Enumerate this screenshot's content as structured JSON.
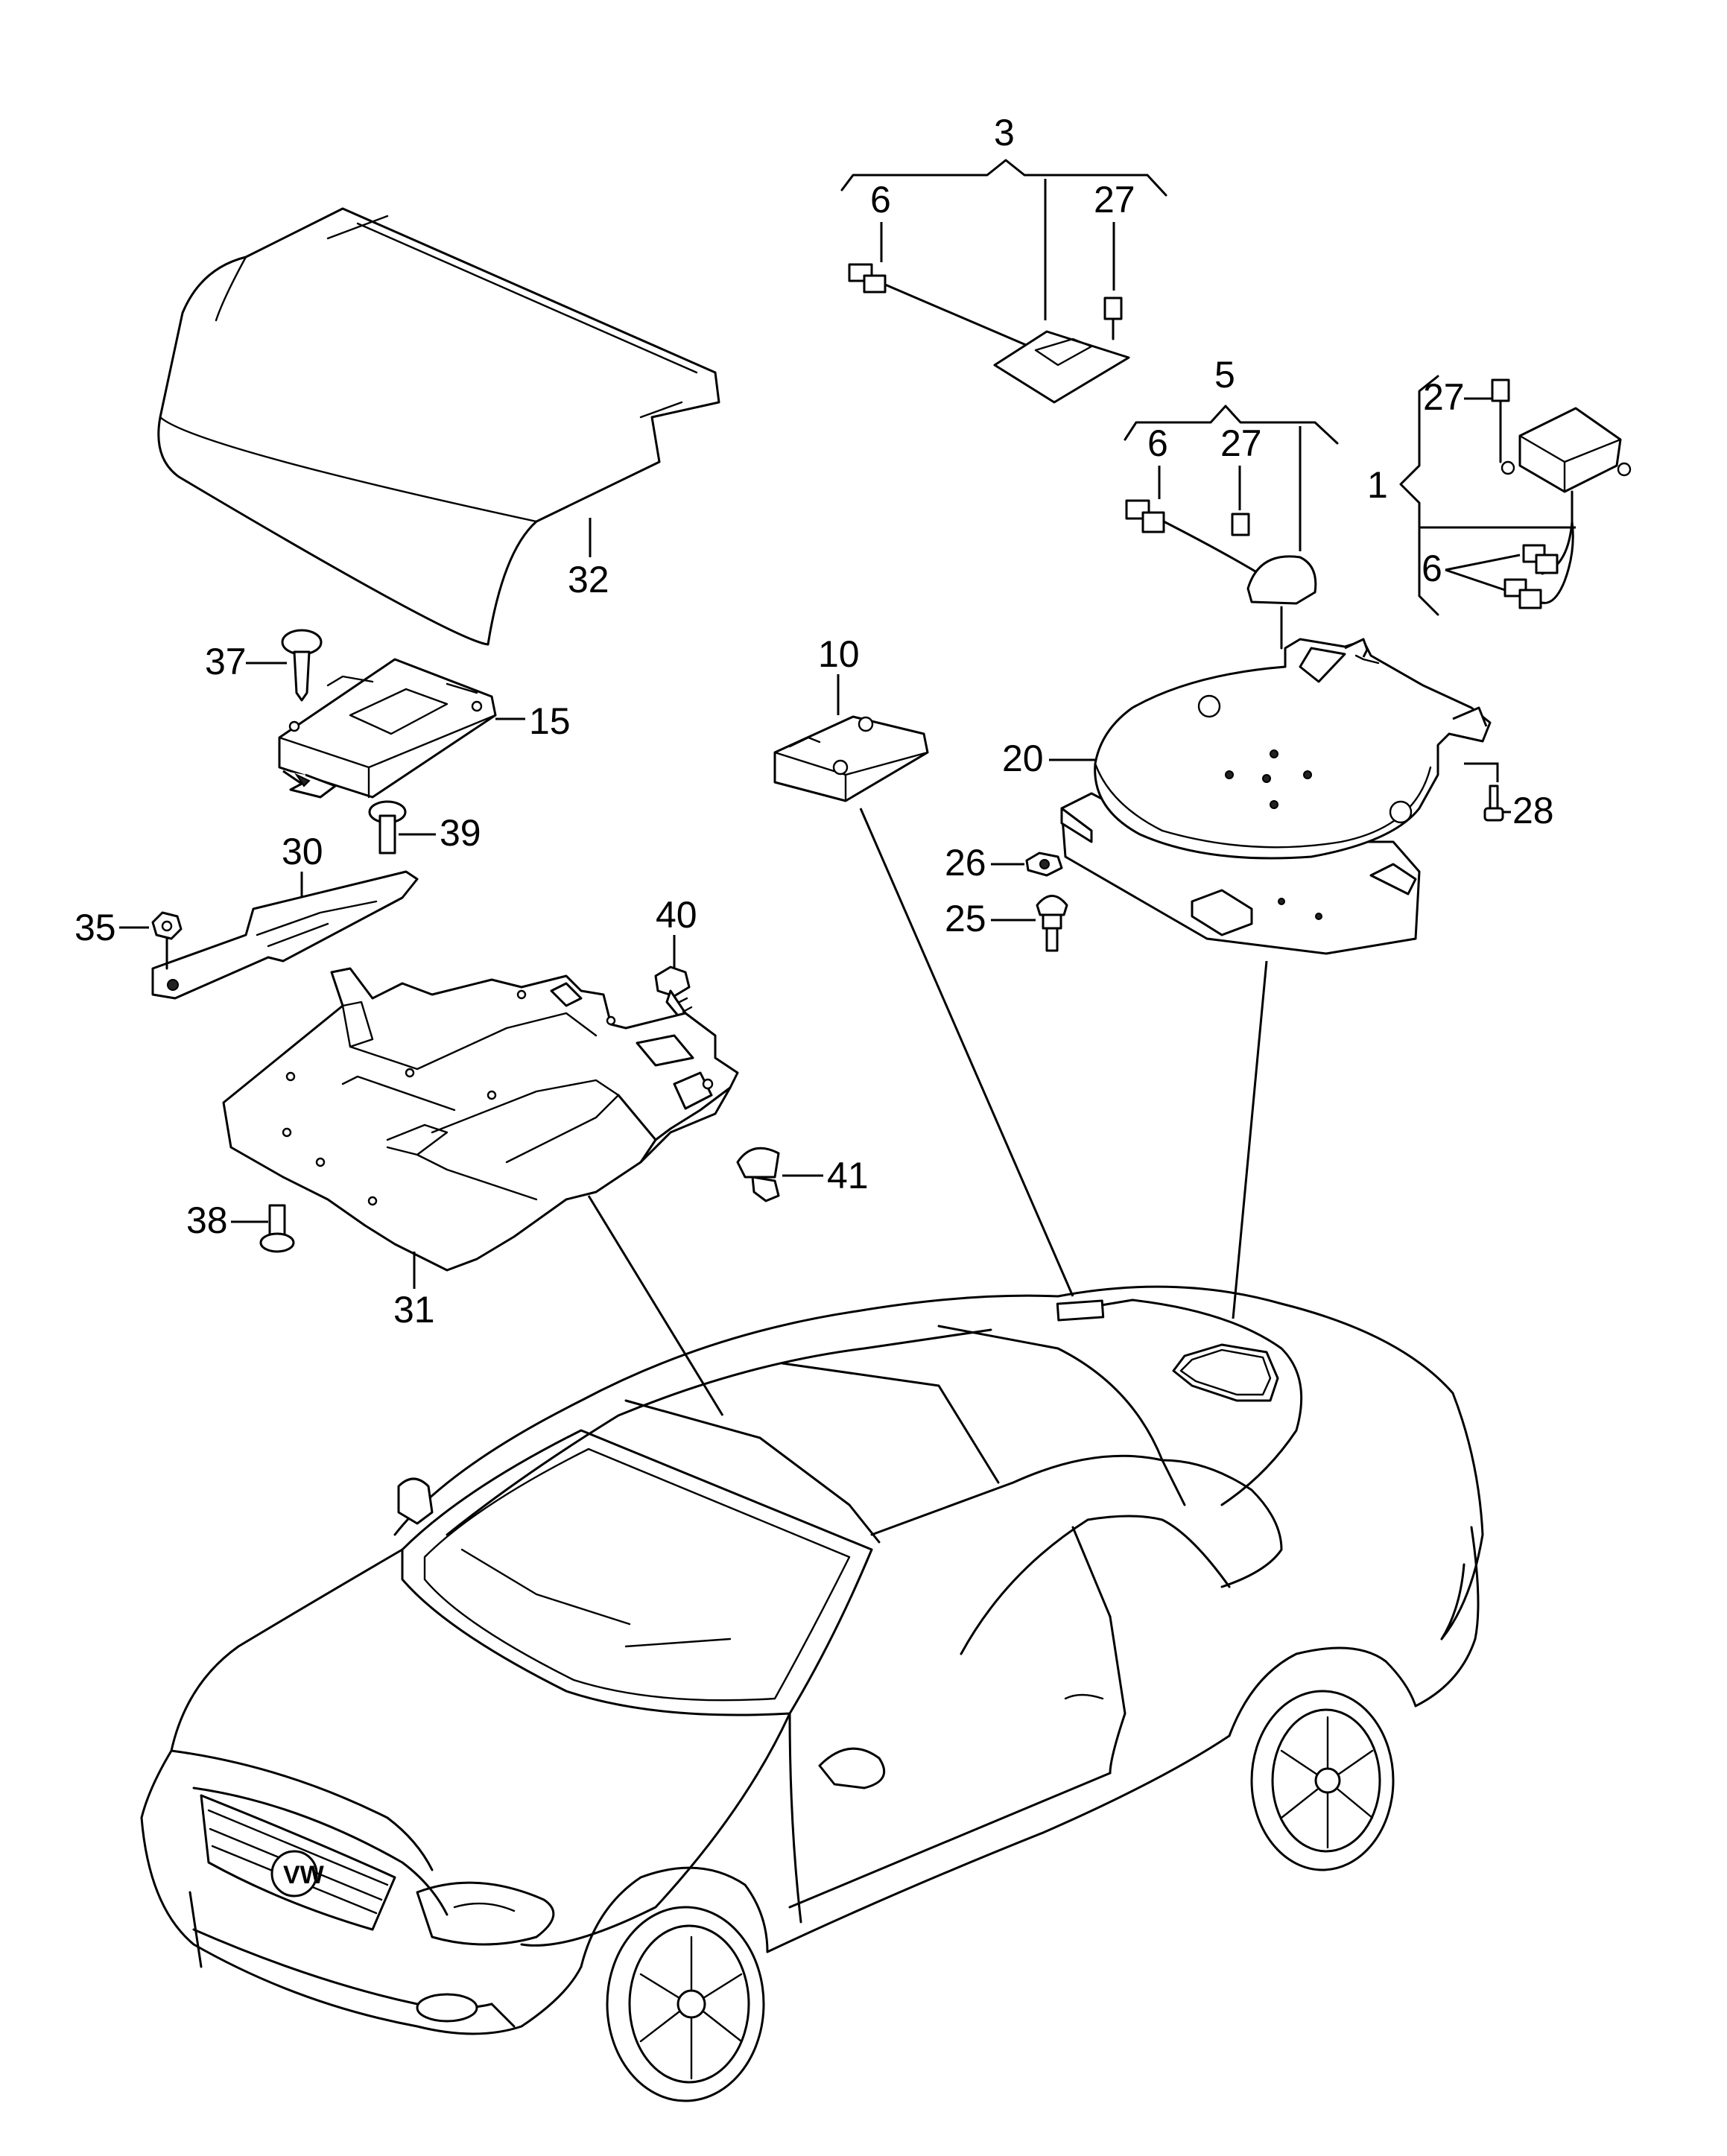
{
  "diagram": {
    "labels": {
      "l1": "1",
      "l3": "3",
      "l5": "5",
      "l6a": "6",
      "l6b": "6",
      "l6c": "6",
      "l10": "10",
      "l15": "15",
      "l20": "20",
      "l25": "25",
      "l26": "26",
      "l27a": "27",
      "l27b": "27",
      "l27c": "27",
      "l28": "28",
      "l30": "30",
      "l31": "31",
      "l32": "32",
      "l35": "35",
      "l37": "37",
      "l38": "38",
      "l39": "39",
      "l40": "40",
      "l41": "41"
    }
  }
}
